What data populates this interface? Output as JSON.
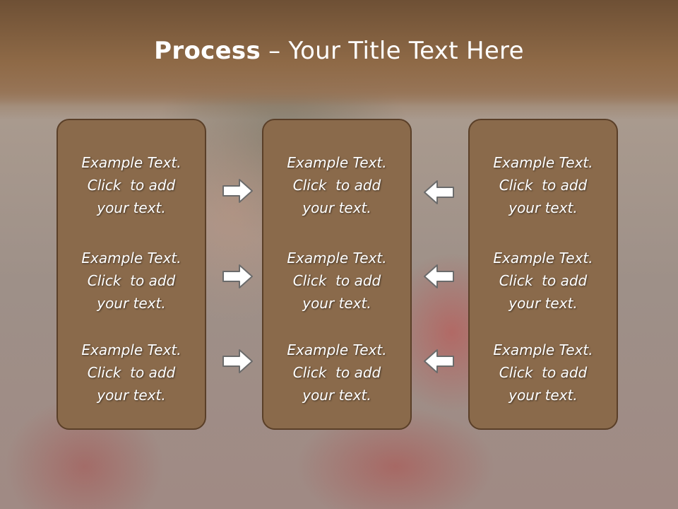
{
  "slide": {
    "title_bold": "Process",
    "title_rest": " – Your Title Text Here"
  },
  "columns": [
    {
      "items": [
        {
          "line1": "Example Text.",
          "line2": "Click  to add",
          "line3": "your text."
        },
        {
          "line1": "Example Text.",
          "line2": "Click  to add",
          "line3": "your text."
        },
        {
          "line1": "Example Text.",
          "line2": "Click  to add",
          "line3": "your text."
        }
      ]
    },
    {
      "items": [
        {
          "line1": "Example Text.",
          "line2": "Click  to add",
          "line3": "your text."
        },
        {
          "line1": "Example Text.",
          "line2": "Click  to add",
          "line3": "your text."
        },
        {
          "line1": "Example Text.",
          "line2": "Click  to add",
          "line3": "your text."
        }
      ]
    },
    {
      "items": [
        {
          "line1": "Example Text.",
          "line2": "Click  to add",
          "line3": "your text."
        },
        {
          "line1": "Example Text.",
          "line2": "Click  to add",
          "line3": "your text."
        },
        {
          "line1": "Example Text.",
          "line2": "Click  to add",
          "line3": "your text."
        }
      ]
    }
  ],
  "arrows": {
    "left_group": "arrow-right-icon",
    "right_group": "arrow-left-icon"
  },
  "colors": {
    "panel": "#8a6a4b",
    "panel_border": "#5a3f28",
    "title_band": "#8f6a47",
    "arrow_fill": "#ffffff",
    "arrow_stroke": "#6b6b6b"
  }
}
